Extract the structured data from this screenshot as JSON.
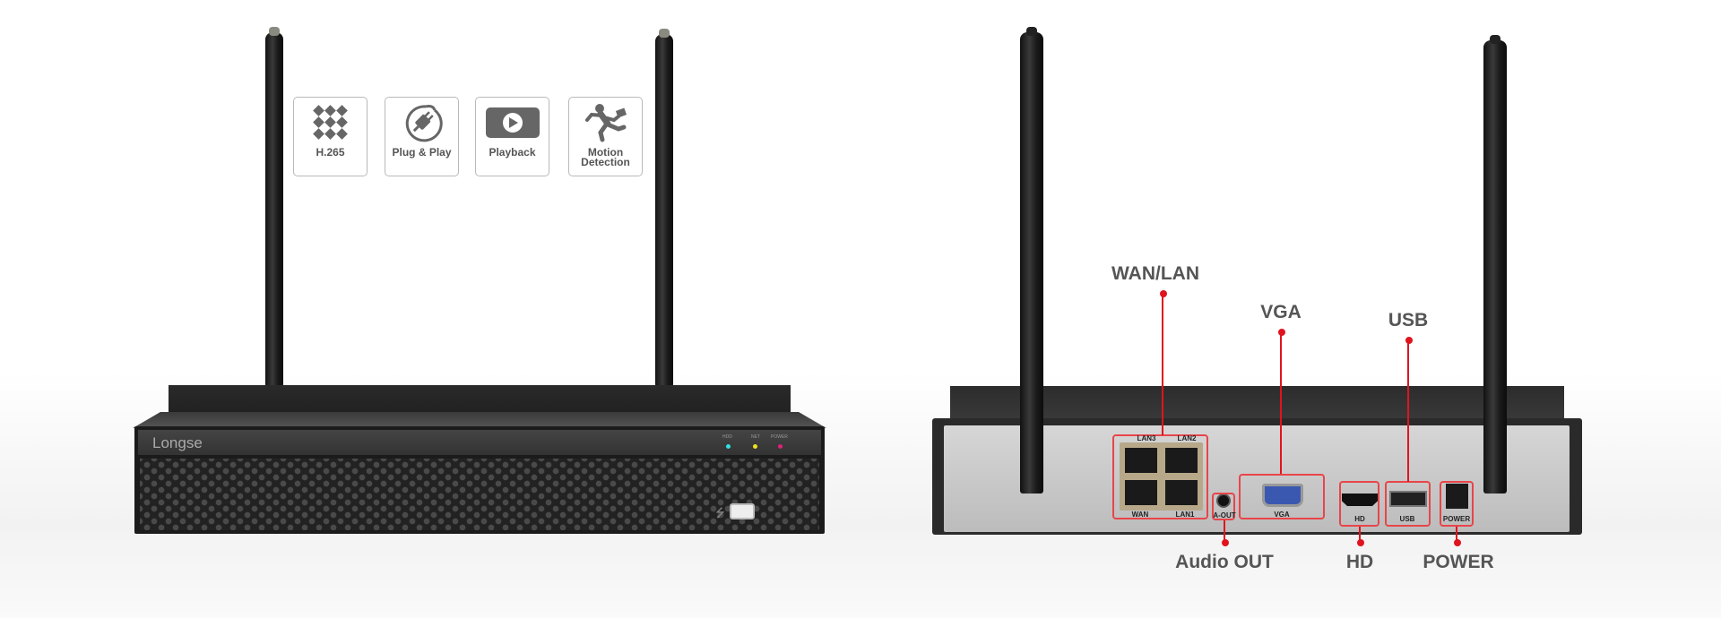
{
  "features": [
    {
      "label": "H.265",
      "icon": "grid-diamond-icon"
    },
    {
      "label": "Plug & Play",
      "icon": "plug-icon"
    },
    {
      "label": "Playback",
      "icon": "play-icon"
    },
    {
      "label_line1": "Motion",
      "label_line2": "Detection",
      "icon": "running-man-icon"
    }
  ],
  "front": {
    "brand": "Longse",
    "leds": [
      {
        "label": "HDD",
        "color": "#33e0e0"
      },
      {
        "label": "NET",
        "color": "#f0e020"
      },
      {
        "label": "POWER",
        "color": "#e0207a"
      }
    ]
  },
  "back": {
    "callouts": {
      "wan_lan": "WAN/LAN",
      "vga": "VGA",
      "usb": "USB",
      "audio_out": "Audio OUT",
      "hd": "HD",
      "power": "POWER"
    },
    "port_labels": {
      "lan3": "LAN3",
      "lan2": "LAN2",
      "wan": "WAN",
      "lan1": "LAN1",
      "aout": "A-OUT",
      "vga": "VGA",
      "hd": "HD",
      "usb": "USB",
      "power": "POWER"
    },
    "accent": "#e0141e"
  }
}
